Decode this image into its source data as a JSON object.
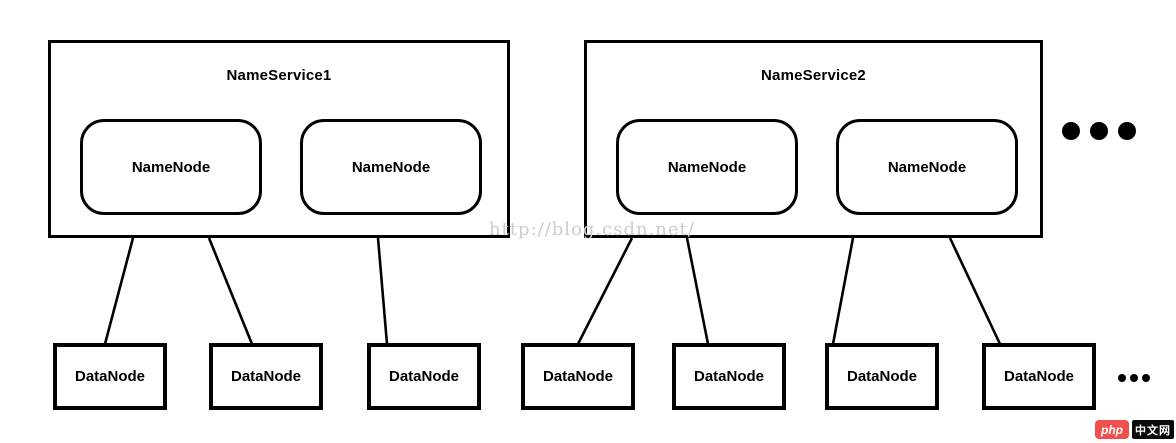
{
  "diagram": {
    "nameservices": [
      {
        "title": "NameService1",
        "namenodes": [
          "NameNode",
          "NameNode"
        ]
      },
      {
        "title": "NameService2",
        "namenodes": [
          "NameNode",
          "NameNode"
        ]
      }
    ],
    "datanodes": [
      "DataNode",
      "DataNode",
      "DataNode",
      "DataNode",
      "DataNode",
      "DataNode",
      "DataNode"
    ],
    "more_nameservices_indicator": "ellipsis-3-dots",
    "more_datanodes_indicator": "ellipsis-3-dots"
  },
  "watermark": {
    "text": "http://blog.csdn.net/",
    "color": "#cccccc"
  },
  "badge": {
    "php_label": "php",
    "cn_label": "中文网",
    "php_bg": "#f1504e",
    "cn_bg": "#0b0b0b"
  },
  "colors": {
    "line": "#000000",
    "background": "#ffffff",
    "box_border": "#000000"
  }
}
